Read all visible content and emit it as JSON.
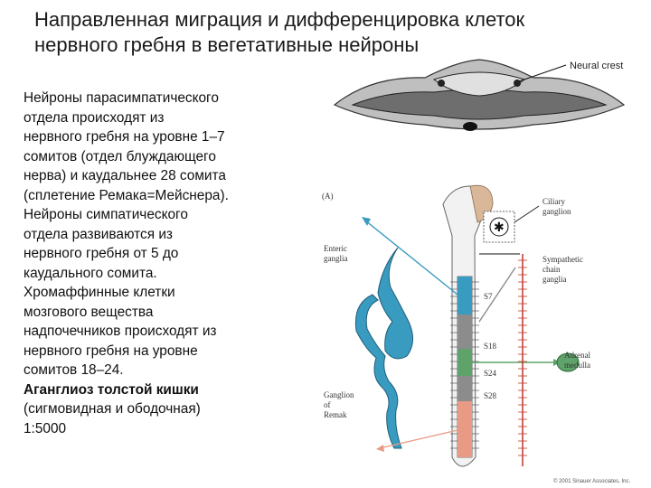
{
  "title": {
    "line1": "Направленная миграция  и дифференцировка клеток",
    "line2": "нервного гребня в вегетативные нейроны"
  },
  "body": {
    "lines": [
      "Нейроны парасимпатического",
      "отдела происходят из",
      "нервного гребня на уровне 1–7",
      "сомитов (отдел блуждающего",
      "нерва) и каудальнее 28 сомита",
      "(сплетение Ремака=Мейснера).",
      "Нейроны симпатического",
      "отдела развиваются из",
      "нервного гребня от 5 до",
      "каудального сомита.",
      "Хромаффинные клетки",
      "мозгового вещества",
      "надпочечников происходят из",
      "нервного гребня на уровне",
      "сомитов 18–24."
    ],
    "bold_line": "Аганглиоз толстой кишки",
    "tail_lines": [
      "(сигмовидная и ободочная)",
      "1:5000"
    ]
  },
  "figure": {
    "neural_crest_label": "Neural crest",
    "panel_label": "(A)",
    "ciliary_label": [
      "Ciliary",
      "ganglion"
    ],
    "enteric_label": [
      "Enteric",
      "ganglia"
    ],
    "sympathetic_label": [
      "Sympathetic",
      "chain",
      "ganglia"
    ],
    "adrenal_label": [
      "Adrenal",
      "medulla"
    ],
    "remak_label": [
      "Ganglion",
      "of",
      "Remak"
    ],
    "somite_labels": [
      "S7",
      "S18",
      "S24",
      "S28"
    ],
    "copyright": "© 2001 Sinauer Associates, Inc.",
    "colors": {
      "blue": "#3a9bc0",
      "salmon": "#e89a85",
      "gray": "#8c8c8c",
      "tan": "#d9b89a",
      "green": "#5fa36a",
      "red_chain": "#c0392b"
    }
  }
}
